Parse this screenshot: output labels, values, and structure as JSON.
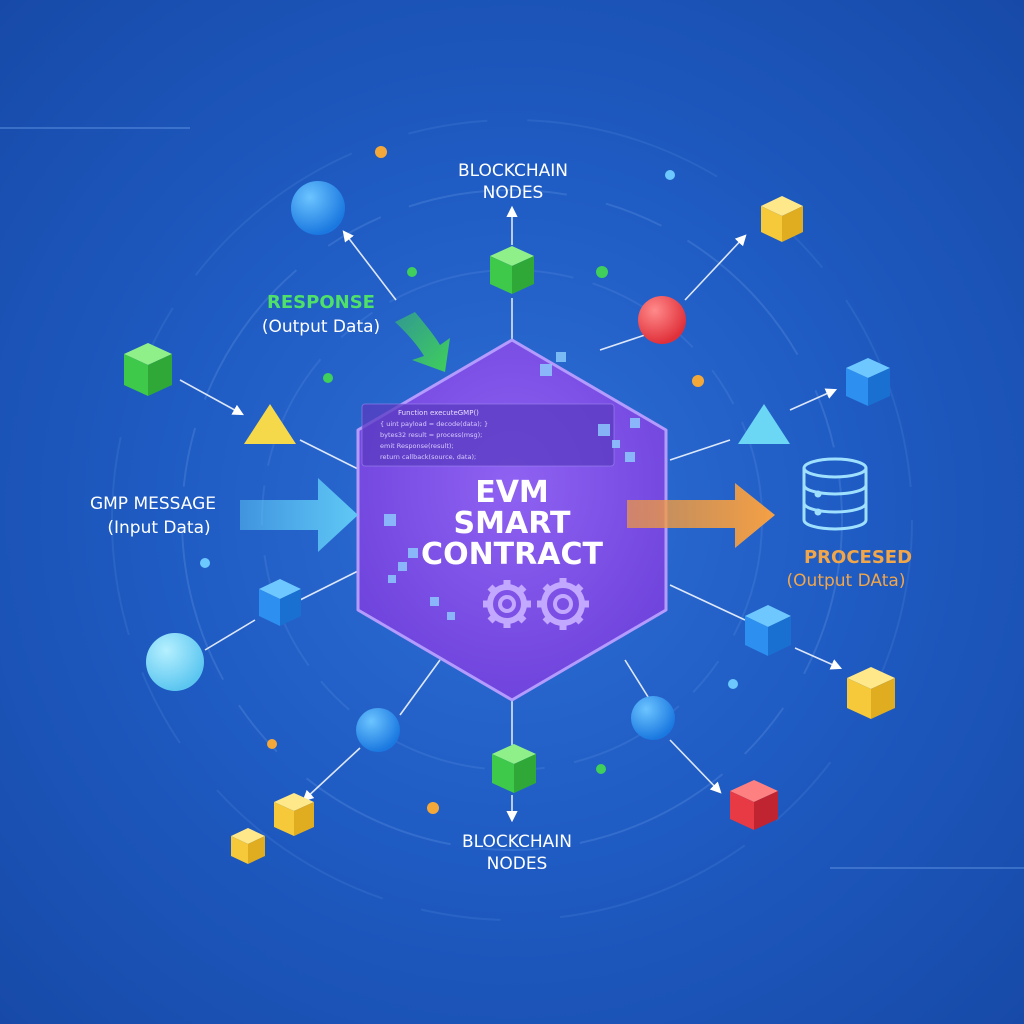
{
  "center": {
    "title_line1": "EVM",
    "title_line2": "SMART",
    "title_line3": "CONTRACT",
    "code_lines": [
      "Function executeGMP()",
      "{ uint payload = decode(data); }",
      "bytes32 result = process(msg);",
      "emit Response(result);",
      "return callback(source, data);"
    ]
  },
  "labels": {
    "nodes_top_1": "BLOCKCHAIN",
    "nodes_top_2": "NODES",
    "nodes_bottom_1": "BLOCKCHAIN",
    "nodes_bottom_2": "NODES",
    "response_1": "RESPONSE",
    "response_2": "(Output Data)",
    "gmp_1": "GMP MESSAGE",
    "gmp_2": "(Input Data)",
    "processed_1": "PROCESED",
    "processed_2": "(Output DAta)"
  },
  "colors": {
    "hexagon": "#7c4ee8",
    "input_arrow": "#5fc8f5",
    "output_arrow": "#f29a3c",
    "response_arrow": "#3fcf5a",
    "response_label": "#4fe06a",
    "processed_label": "#f2a64a",
    "label_text": "#ffffff"
  },
  "icons": [
    "database-icon",
    "gear-icon"
  ]
}
